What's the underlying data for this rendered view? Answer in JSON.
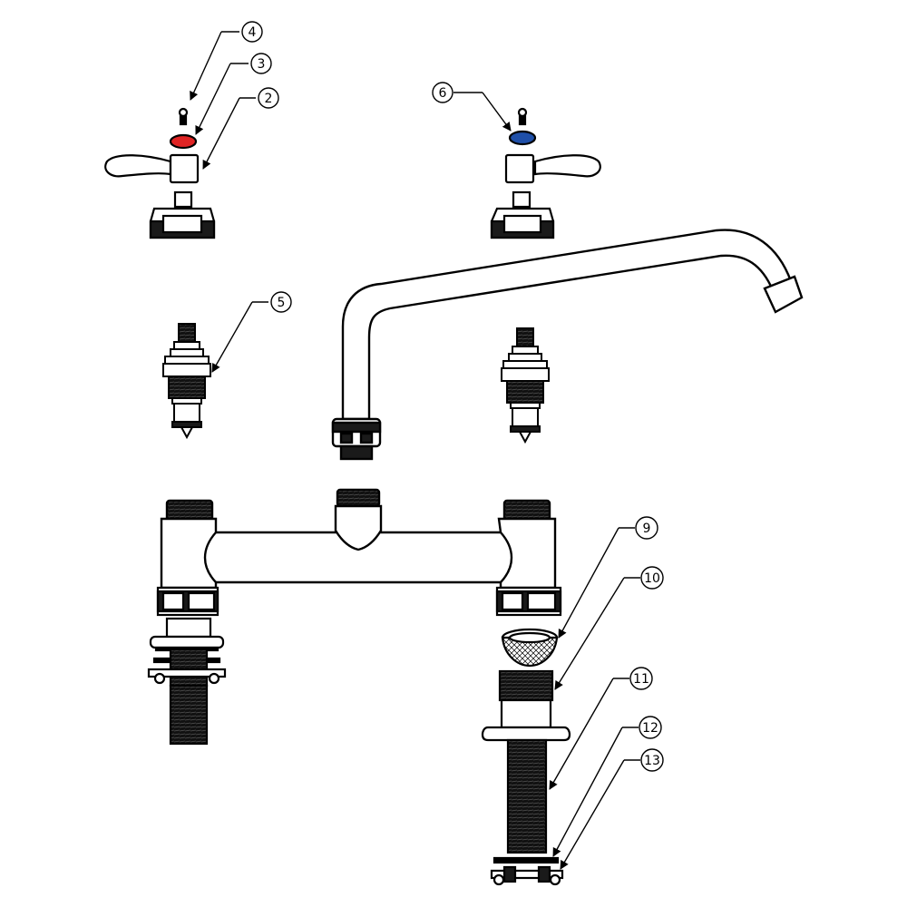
{
  "callouts": [
    {
      "id": "c4",
      "label": "4"
    },
    {
      "id": "c3",
      "label": "3"
    },
    {
      "id": "c2",
      "label": "2"
    },
    {
      "id": "c6",
      "label": "6"
    },
    {
      "id": "c5",
      "label": "5"
    },
    {
      "id": "c9",
      "label": "9"
    },
    {
      "id": "c10",
      "label": "10"
    },
    {
      "id": "c11",
      "label": "11"
    },
    {
      "id": "c12",
      "label": "12"
    },
    {
      "id": "c13",
      "label": "13"
    }
  ],
  "colors": {
    "hot_cap": "#e02424",
    "cold_cap": "#1f4fa8",
    "ink": "#000000",
    "paper": "#ffffff",
    "dark_part": "#1a1a1a"
  }
}
